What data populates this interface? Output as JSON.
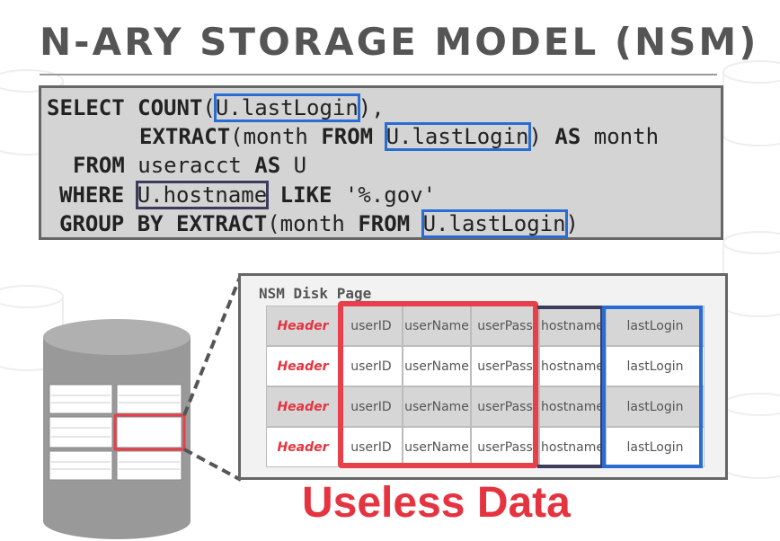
{
  "title": "N-ARY STORAGE MODEL (NSM)",
  "sql": {
    "line1": {
      "kw1": "SELECT COUNT",
      "p1": "(",
      "col": "U.lastLogin",
      "p2": "),"
    },
    "line2": {
      "kw1": "EXTRACT",
      "p1": "(month ",
      "kw2": "FROM",
      "sp": " ",
      "col": "U.lastLogin",
      "p2": ") ",
      "kw3": "AS",
      "p3": " month"
    },
    "line3": {
      "kw1": "FROM",
      "p1": " useracct ",
      "kw2": "AS",
      "p2": " U"
    },
    "line4": {
      "kw1": "WHERE",
      "sp": " ",
      "col": "U.hostname",
      "p1": " ",
      "kw2": "LIKE",
      "p2": " '%.gov'"
    },
    "line5": {
      "kw1": "GROUP BY EXTRACT",
      "p1": "(month ",
      "kw2": "FROM",
      "sp": " ",
      "col": "U.lastLogin",
      "p2": ")"
    }
  },
  "disk_page": {
    "label": "NSM Disk Page",
    "columns": [
      "Header",
      "userID",
      "userName",
      "userPass",
      "hostname",
      "lastLogin"
    ],
    "rows": [
      [
        "Header",
        "userID",
        "userName",
        "userPass",
        "hostname",
        "lastLogin"
      ],
      [
        "Header",
        "userID",
        "userName",
        "userPass",
        "hostname",
        "lastLogin"
      ],
      [
        "Header",
        "userID",
        "userName",
        "userPass",
        "hostname",
        "lastLogin"
      ],
      [
        "Header",
        "userID",
        "userName",
        "userPass",
        "hostname",
        "lastLogin"
      ]
    ]
  },
  "caption": "Useless Data",
  "colors": {
    "title": "#555555",
    "sql_bg": "#d4d4d4",
    "highlight_blue": "#2a6dd2",
    "highlight_dark": "#3d3d5e",
    "highlight_red": "#e8404a",
    "header_text": "#e53340"
  }
}
